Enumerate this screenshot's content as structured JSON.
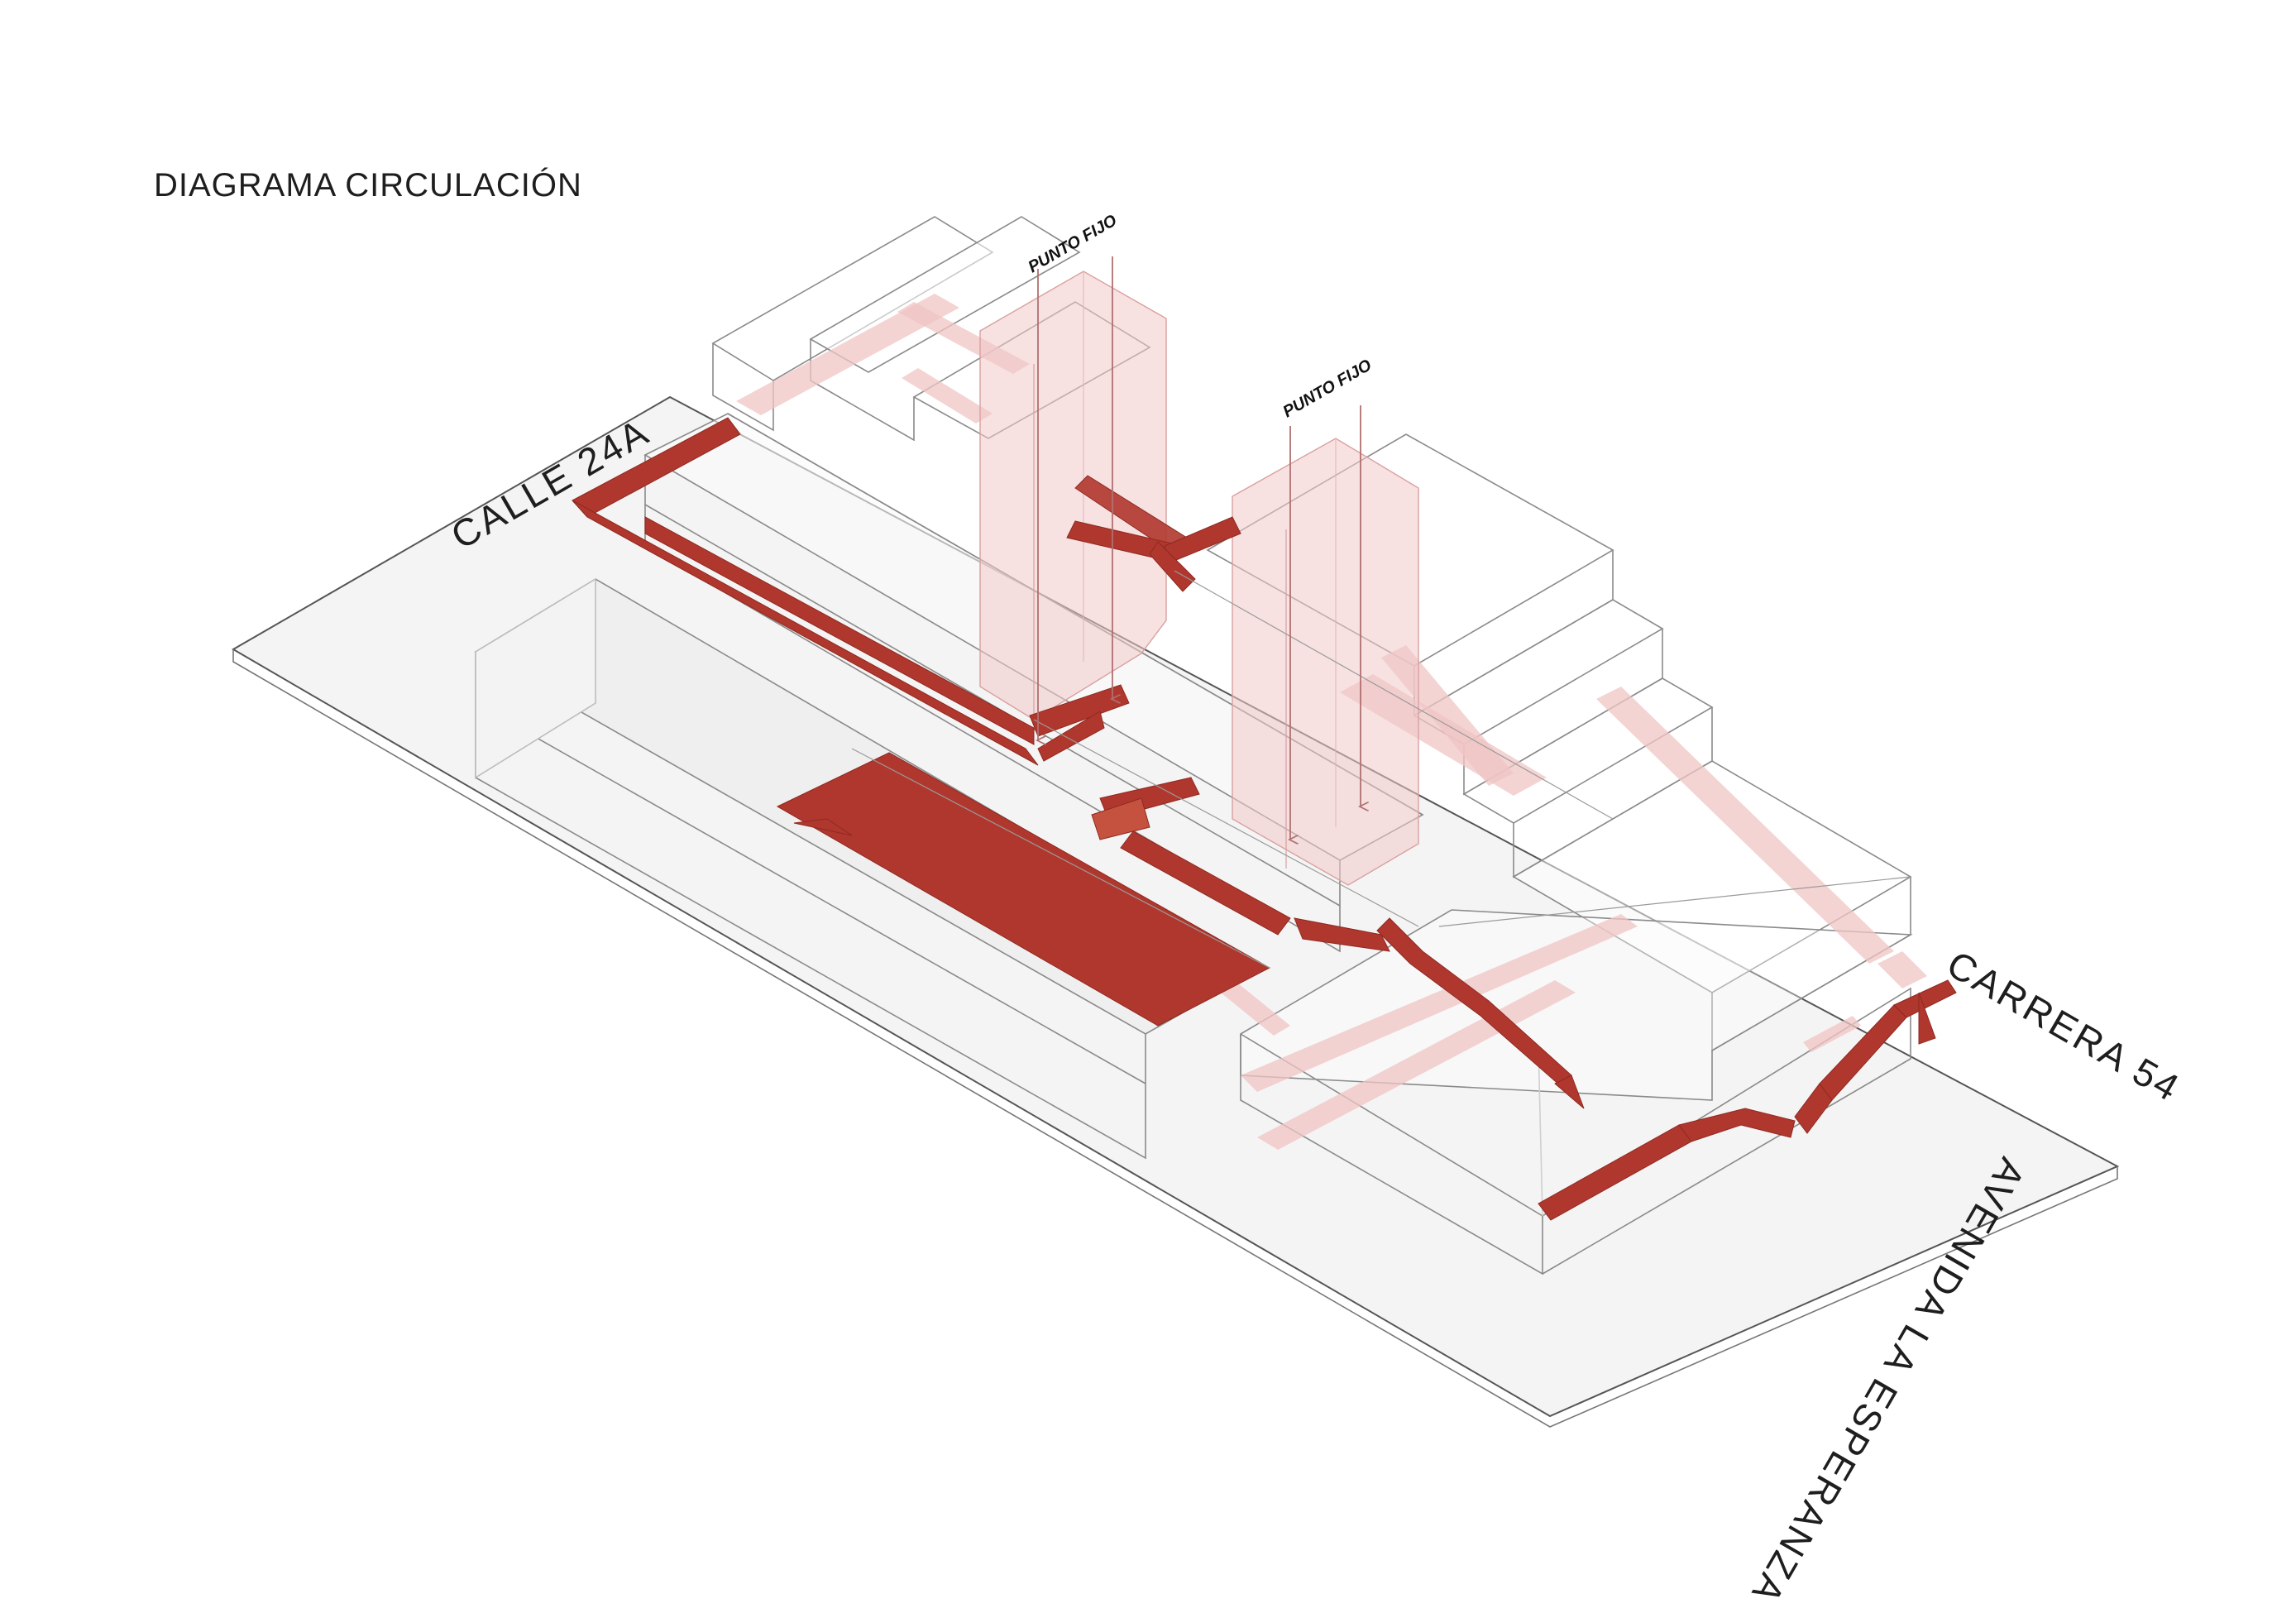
{
  "title": "DIAGRAMA CIRCULACIÓN",
  "streets": {
    "calle": "CALLE 24A",
    "carrera": "CARRERA 54",
    "avenida": "AVENIDA LA ESPERANZA"
  },
  "fixed_points": {
    "north": "PUNTO FIJO",
    "south": "PUNTO FIJO"
  },
  "colors": {
    "circulation": "#b0372d",
    "circulation_faded": "#f0c4c4",
    "volume_line": "#8a8a8a",
    "ground": "#f4f4f4",
    "arrow": "#b07070"
  }
}
